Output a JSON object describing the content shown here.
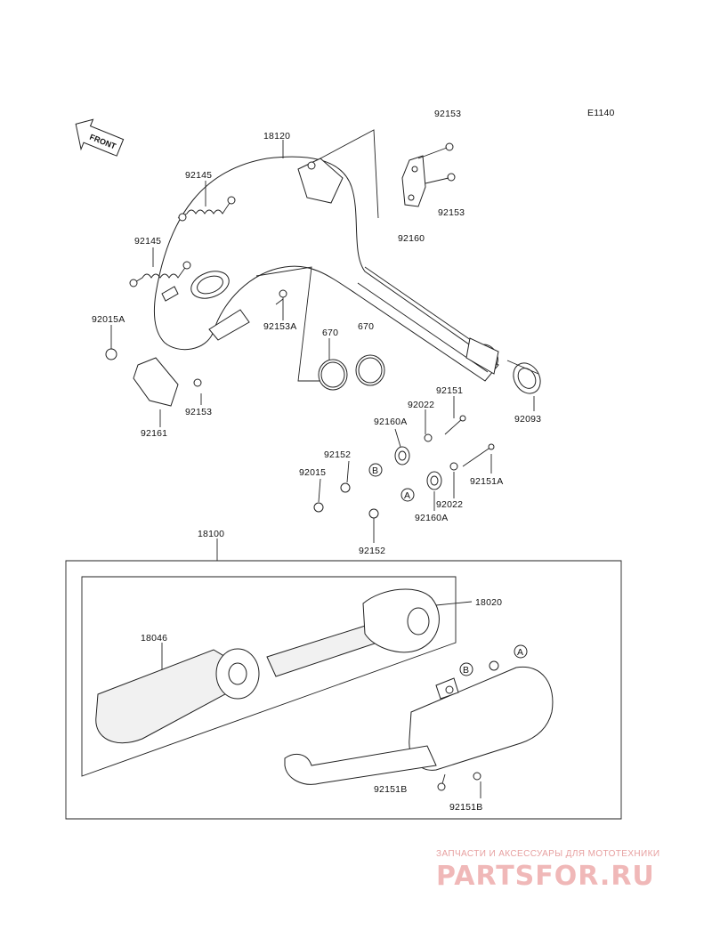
{
  "diagram_code": "E1140",
  "front_indicator": "FRONT",
  "labels": {
    "l18120": "18120",
    "l92153_a": "92153",
    "l92153_b": "92153",
    "l92160": "92160",
    "l92145_a": "92145",
    "l92145_b": "92145",
    "l92015A": "92015A",
    "l92153A": "92153A",
    "l670_a": "670",
    "l670_b": "670",
    "l92153_c": "92153",
    "l92161": "92161",
    "l92093": "92093",
    "l92151": "92151",
    "l92022_a": "92022",
    "l92160A_a": "92160A",
    "l92152_a": "92152",
    "l92015": "92015",
    "l92151A": "92151A",
    "l92022_b": "92022",
    "l92160A_b": "92160A",
    "l92152_b": "92152",
    "l18100": "18100",
    "l18020": "18020",
    "l18046": "18046",
    "l92151B_a": "92151B",
    "l92151B_b": "92151B"
  },
  "callouts": {
    "a1": "A",
    "a2": "A",
    "b1": "B",
    "b2": "B"
  },
  "watermark": {
    "tagline": "ЗАПЧАСТИ И АКСЕССУАРЫ ДЛЯ МОТОТЕХНИКИ",
    "logo": "PARTSFOR.RU"
  },
  "colors": {
    "line": "#222222",
    "watermark": "#f0b8b8"
  }
}
